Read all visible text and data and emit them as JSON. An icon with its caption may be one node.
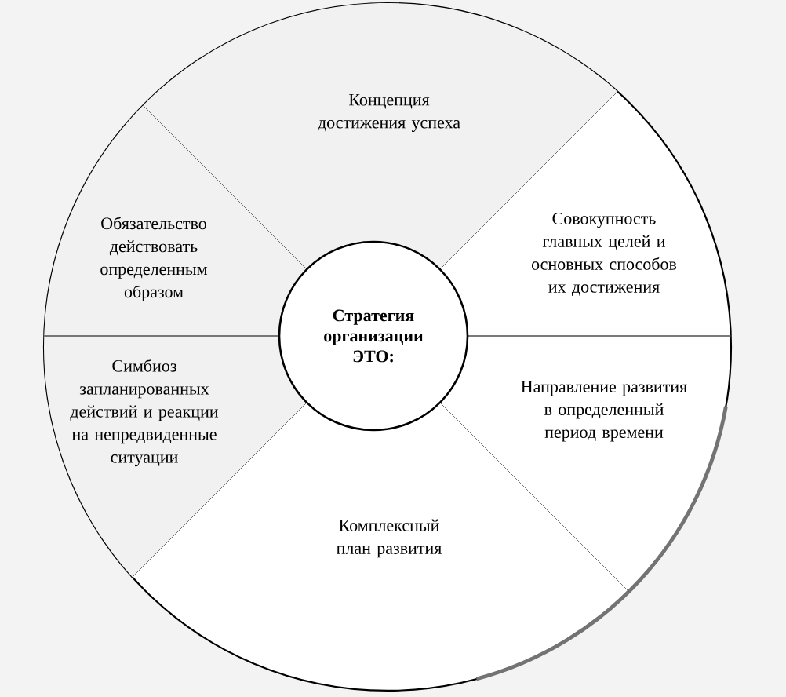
{
  "diagram": {
    "nodes": [
      {
        "text": [
          "Концепция достижения успеха"
        ]
      },
      {
        "text": [
          "Обязательство действовать определенным образом"
        ]
      },
      {
        "text": [
          "Совокупность главных целей и основных способов их достижения"
        ]
      },
      {
        "text": [
          "Стратегия организации ЭТО:"
        ]
      },
      {
        "text": [
          "Симбиоз запланированных действий и реакции на непредвиденные ситуации"
        ]
      },
      {
        "text": [
          "Направление развития в определенный период времени"
        ]
      },
      {
        "text": [
          "Комплексный план развития"
        ]
      }
    ]
  }
}
